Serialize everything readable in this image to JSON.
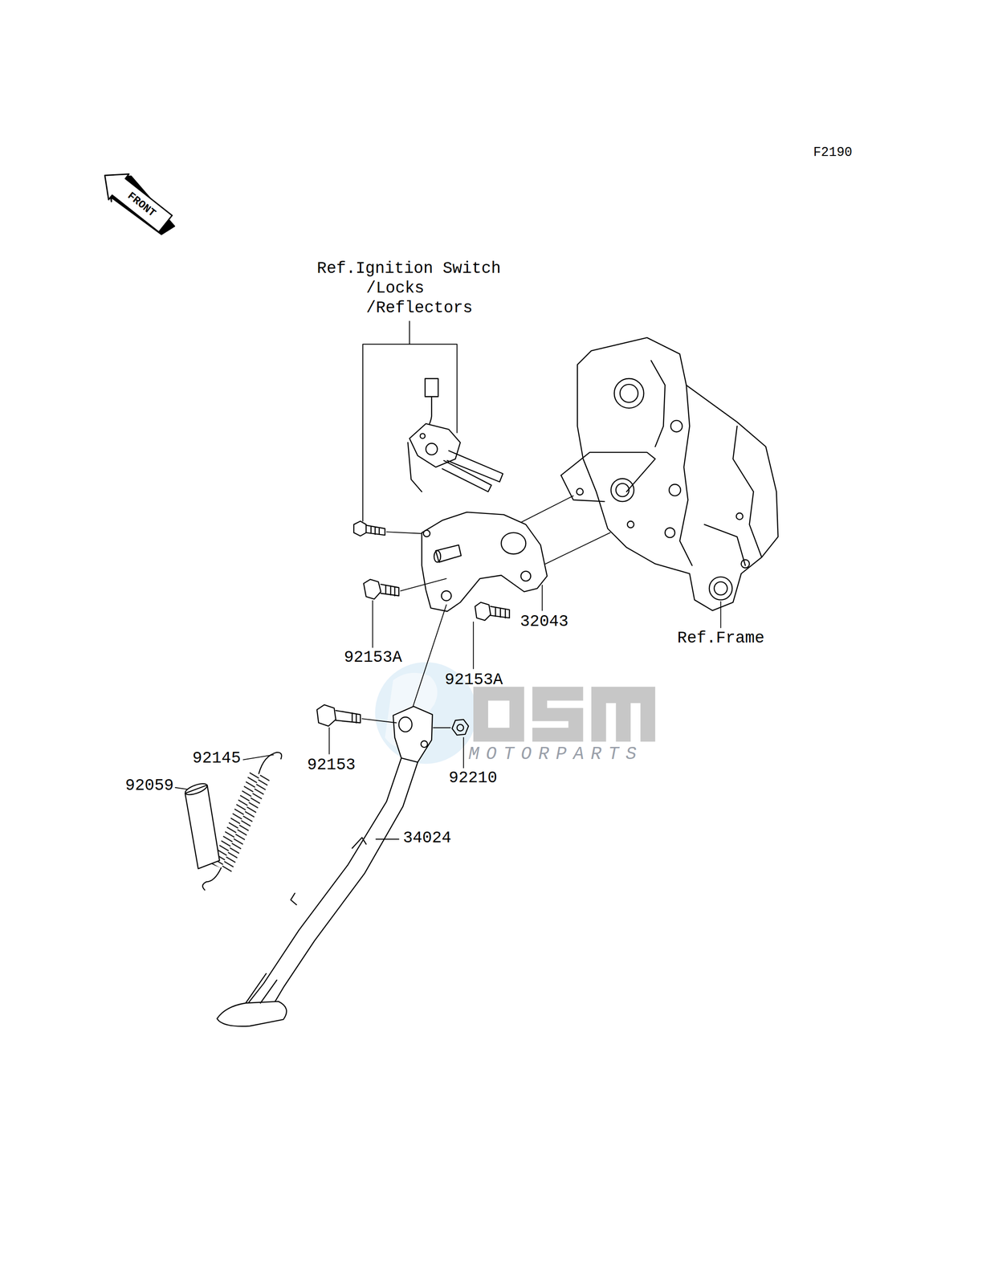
{
  "diagram": {
    "labels": [
      "F2190",
      "FRONT",
      "Ref.Ignition Switch /Locks /Reflectors",
      "32043",
      "Ref.Frame",
      "92153A",
      "92153A",
      "92153",
      "92145",
      "92210",
      "92059",
      "34024",
      "MOTORPARTS"
    ]
  }
}
